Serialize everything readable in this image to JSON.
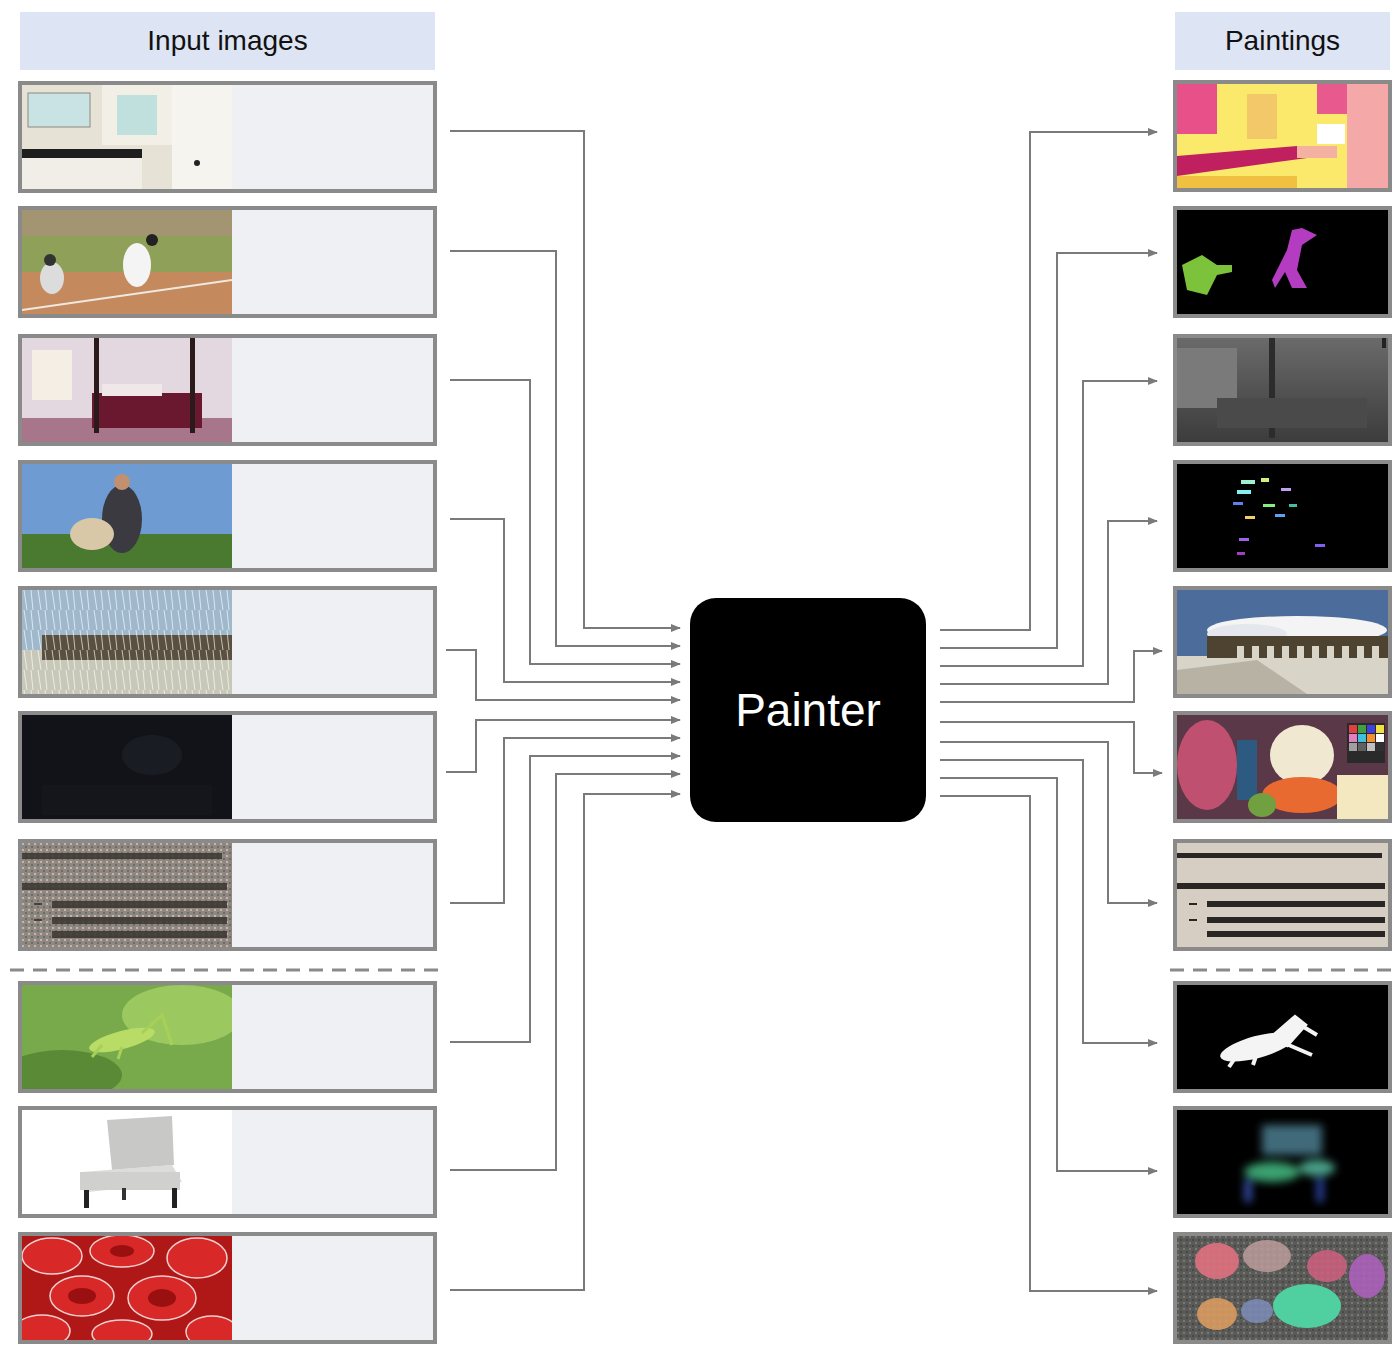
{
  "diagram": {
    "nodes": [
      {
        "text": [
          "Input images"
        ]
      },
      {
        "text": [
          "Paintings"
        ]
      },
      {
        "text": [
          "Painter"
        ]
      }
    ]
  }
}
